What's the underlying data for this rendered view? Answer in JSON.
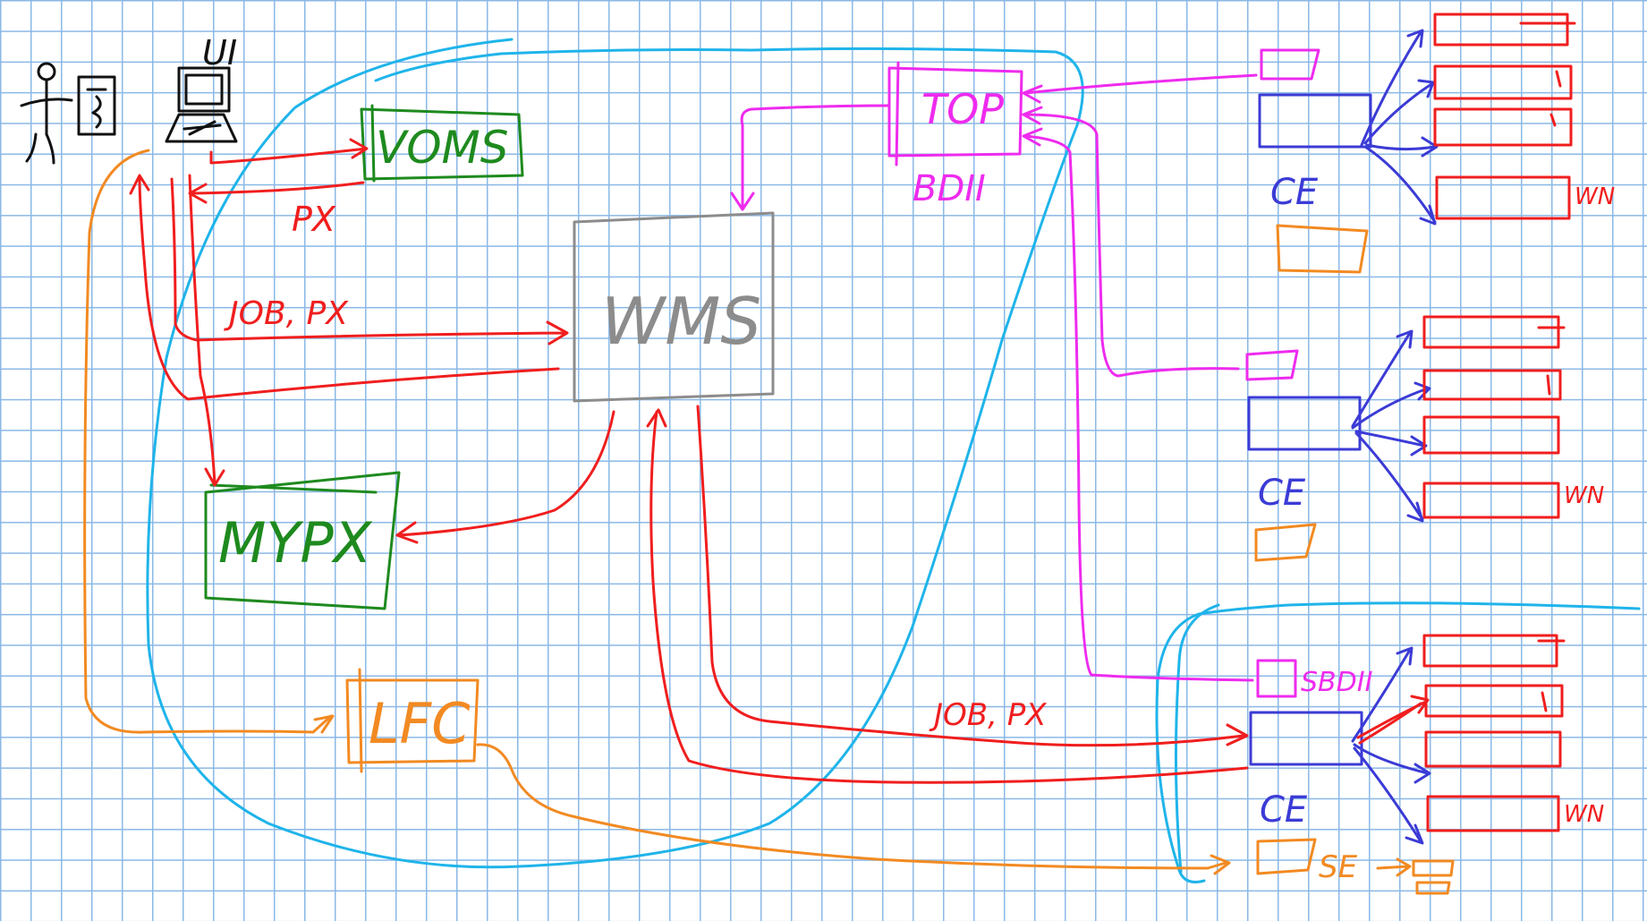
{
  "colors": {
    "grid": "#8ab8e6",
    "red": "#f01e1e",
    "blue": "#3b3bd6",
    "cyan": "#1fb4ea",
    "magenta": "#ee2bee",
    "orange": "#f28a22",
    "green": "#1e8a1e",
    "gray": "#8c8c8c"
  },
  "labels": {
    "ui": "UI",
    "voms": "VOMS",
    "px_voms": "PX",
    "job_px_top": "JOB, PX",
    "wms": "WMS",
    "mypx": "MYPX",
    "lfc": "LFC",
    "top": "TOP",
    "bdii": "BDII",
    "ce1": "CE",
    "ce2": "CE",
    "ce3": "CE",
    "wn1": "WN",
    "wn2": "WN",
    "wn3": "WN",
    "job_px_bottom": "JOB, PX",
    "sbdii": "SBDII",
    "se": "SE"
  },
  "icons": [
    "user-figure-icon",
    "certificate-icon",
    "computer-icon"
  ]
}
